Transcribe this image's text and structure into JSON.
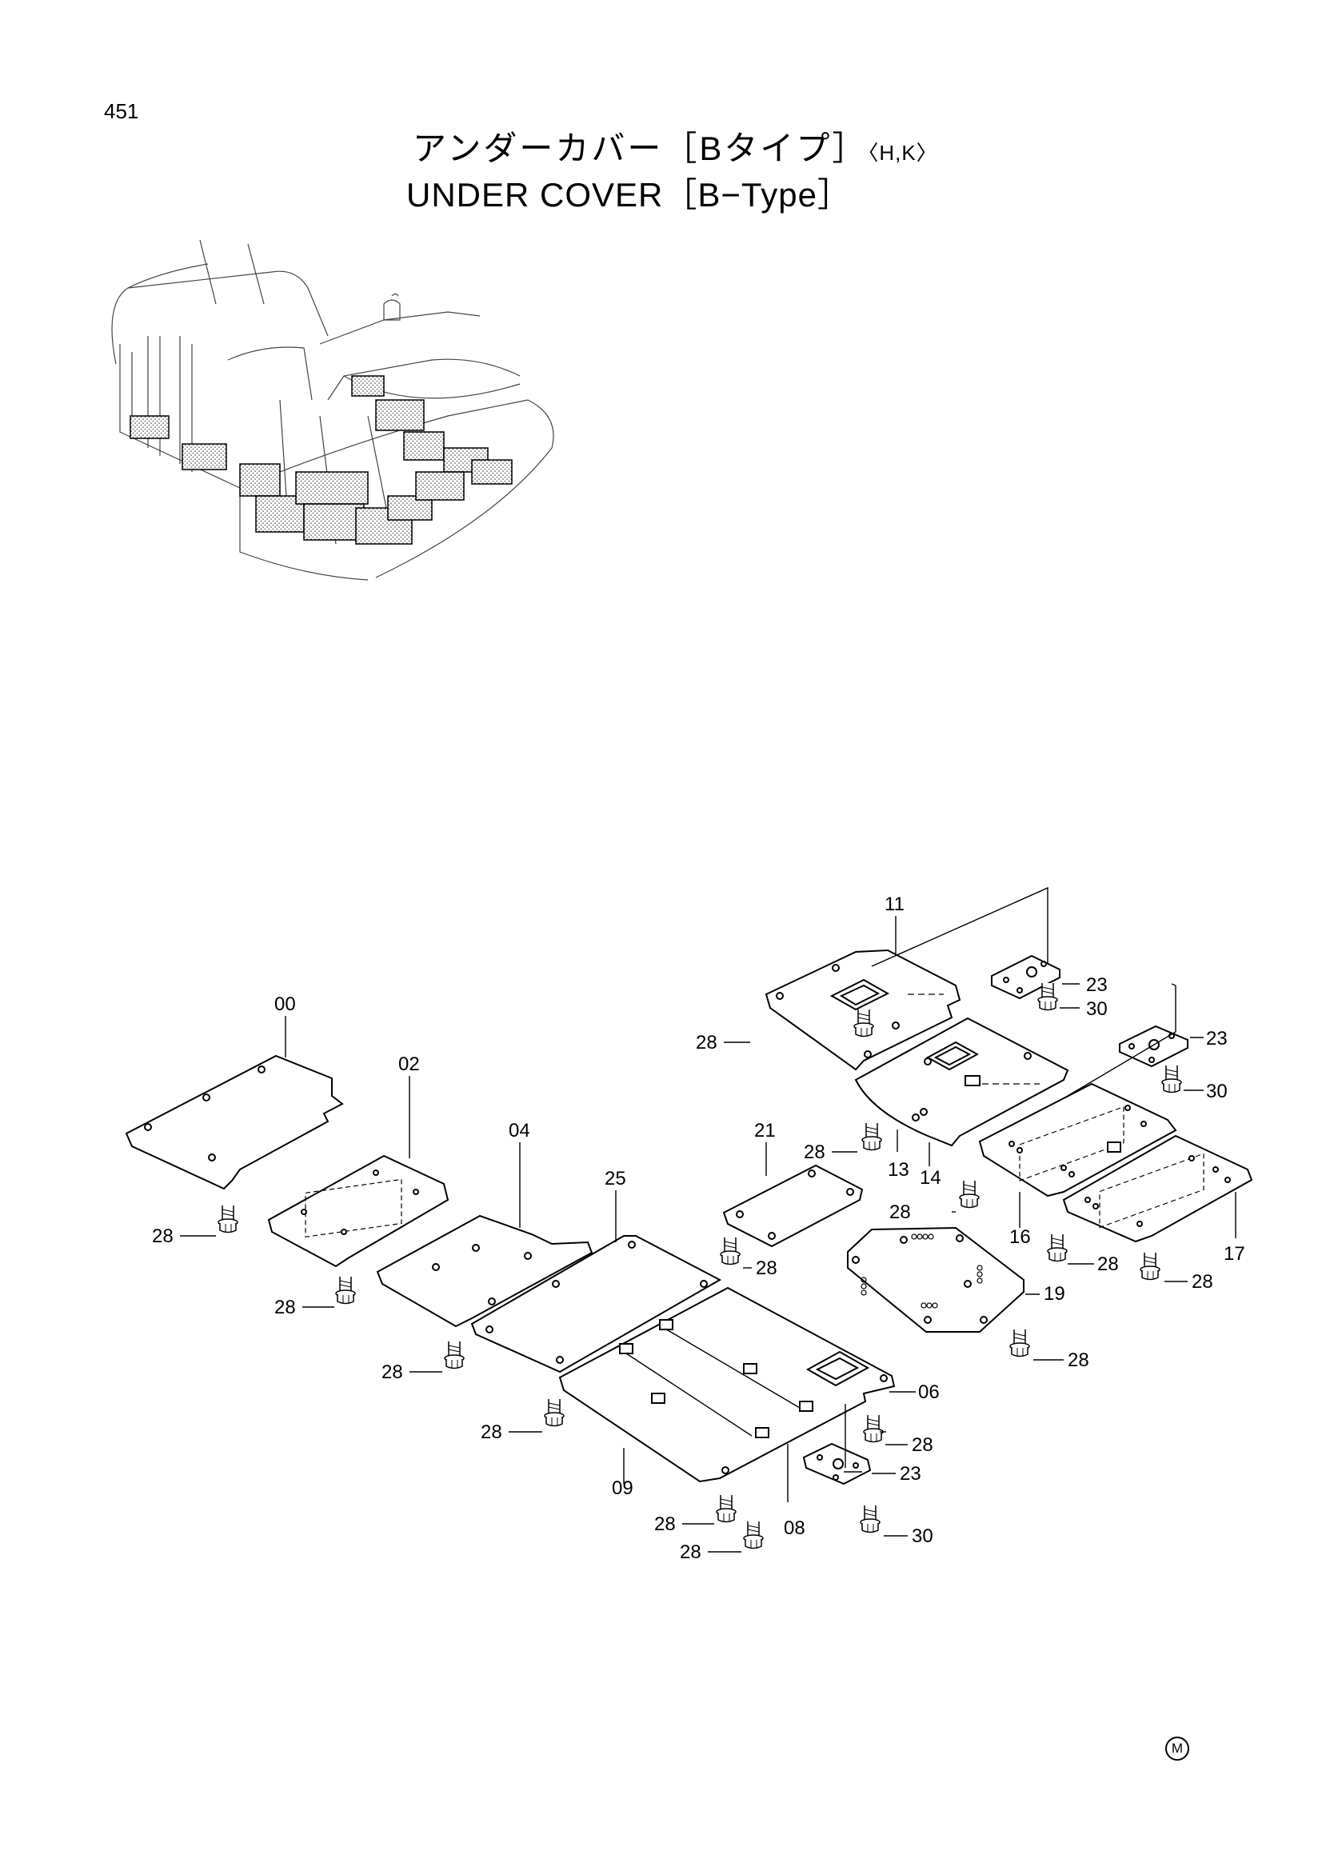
{
  "page_number": "451",
  "title_jp": "アンダーカバー［Bタイプ］",
  "title_jp_suffix": "〈H,K〉",
  "title_en": "UNDER COVER［B−Type］",
  "mark": "M",
  "callouts": {
    "c00": "00",
    "c02": "02",
    "c04": "04",
    "c25": "25",
    "c21": "21",
    "c11": "11",
    "c23a": "23",
    "c30a": "30",
    "c23b": "23",
    "c30b": "30",
    "c13": "13",
    "c14": "14",
    "c16": "16",
    "c17": "17",
    "c19": "19",
    "c06": "06",
    "c09": "09",
    "c08": "08",
    "c23c": "23",
    "c30c": "30",
    "b28_1": "28",
    "b28_2": "28",
    "b28_3": "28",
    "b28_4": "28",
    "b28_5": "28",
    "b28_6": "28",
    "b28_7": "28",
    "b28_8": "28",
    "b28_9": "28",
    "b28_10": "28",
    "b28_11": "28",
    "b28_12": "28",
    "b28_13": "28",
    "b28_14": "28"
  }
}
